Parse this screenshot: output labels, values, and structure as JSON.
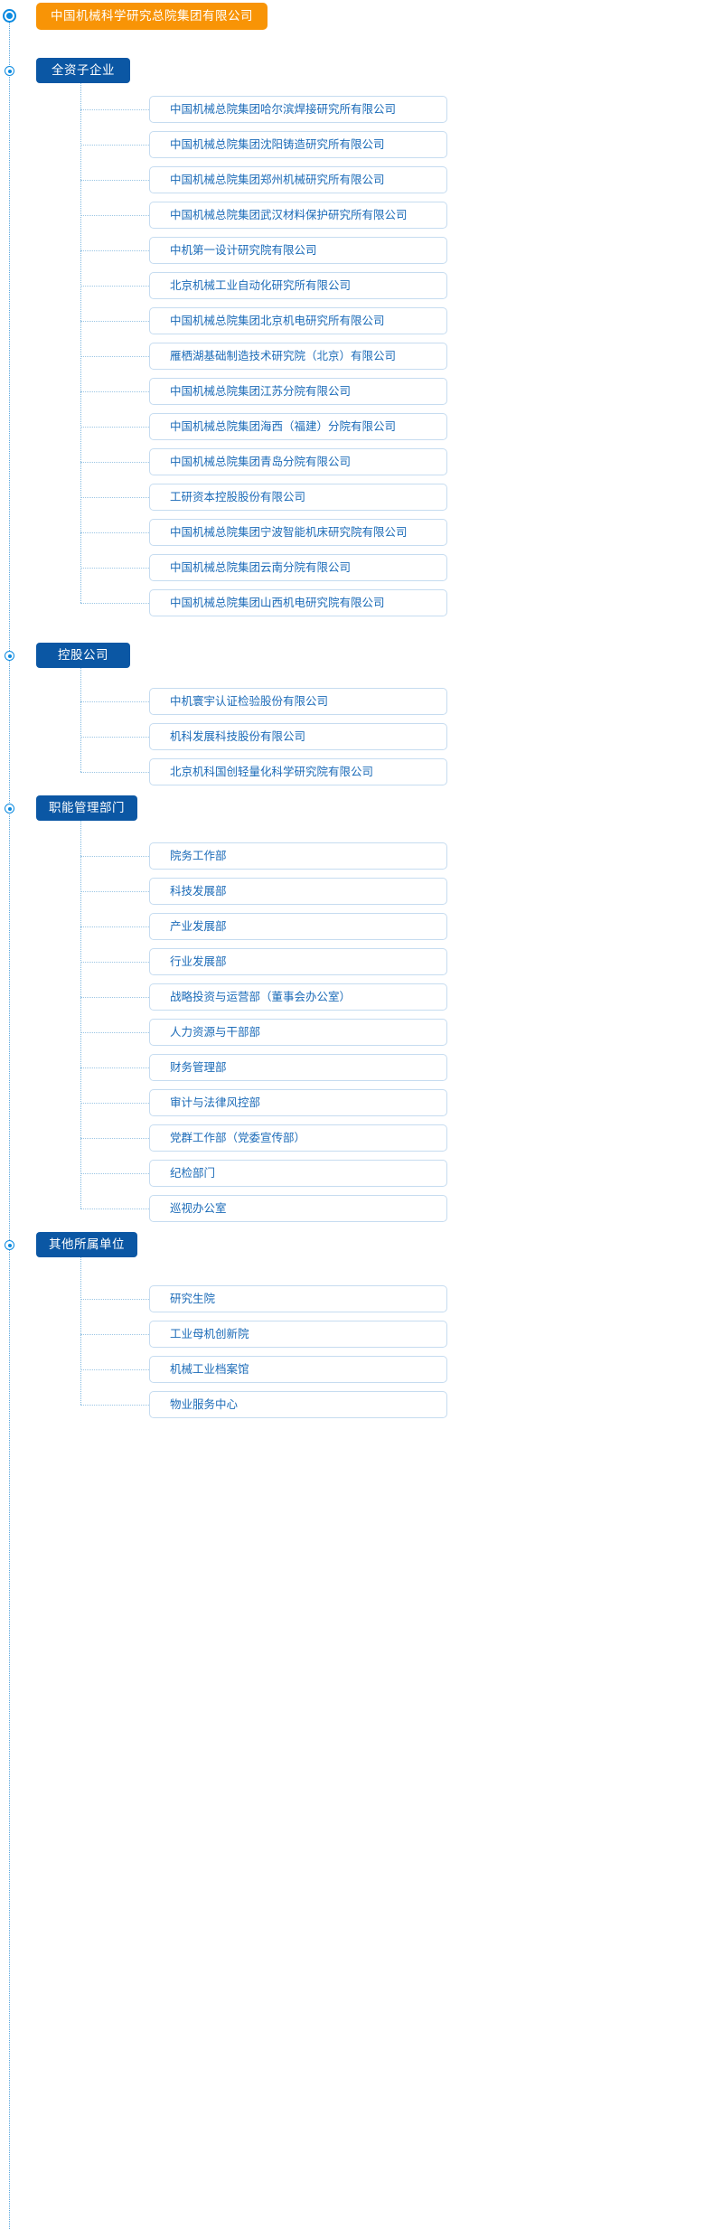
{
  "root": {
    "label": "中国机械科学研究总院集团有限公司",
    "color": "#f89406"
  },
  "theme": {
    "group_color": "#0b57a4",
    "leaf_text_color": "#1b6bb8",
    "leaf_border_color": "#c6dcf0",
    "line_color": "#7fb8e0",
    "marker_color": "#0b8ae0"
  },
  "groups": [
    {
      "label": "全资子企业",
      "items": [
        "中国机械总院集团哈尔滨焊接研究所有限公司",
        "中国机械总院集团沈阳铸造研究所有限公司",
        "中国机械总院集团郑州机械研究所有限公司",
        "中国机械总院集团武汉材料保护研究所有限公司",
        "中机第一设计研究院有限公司",
        "北京机械工业自动化研究所有限公司",
        "中国机械总院集团北京机电研究所有限公司",
        "雁栖湖基础制造技术研究院（北京）有限公司",
        "中国机械总院集团江苏分院有限公司",
        "中国机械总院集团海西（福建）分院有限公司",
        "中国机械总院集团青岛分院有限公司",
        "工研资本控股股份有限公司",
        "中国机械总院集团宁波智能机床研究院有限公司",
        "中国机械总院集团云南分院有限公司",
        "中国机械总院集团山西机电研究院有限公司"
      ]
    },
    {
      "label": "控股公司",
      "items": [
        "中机寰宇认证检验股份有限公司",
        "机科发展科技股份有限公司",
        "北京机科国创轻量化科学研究院有限公司"
      ]
    },
    {
      "label": "职能管理部门",
      "items": [
        "院务工作部",
        "科技发展部",
        "产业发展部",
        "行业发展部",
        "战略投资与运营部（董事会办公室）",
        "人力资源与干部部",
        "财务管理部",
        "审计与法律风控部",
        "党群工作部（党委宣传部）",
        "纪检部门",
        "巡视办公室"
      ]
    },
    {
      "label": "其他所属单位",
      "items": [
        "研究生院",
        "工业母机创新院",
        "机械工业档案馆",
        "物业服务中心"
      ]
    }
  ]
}
